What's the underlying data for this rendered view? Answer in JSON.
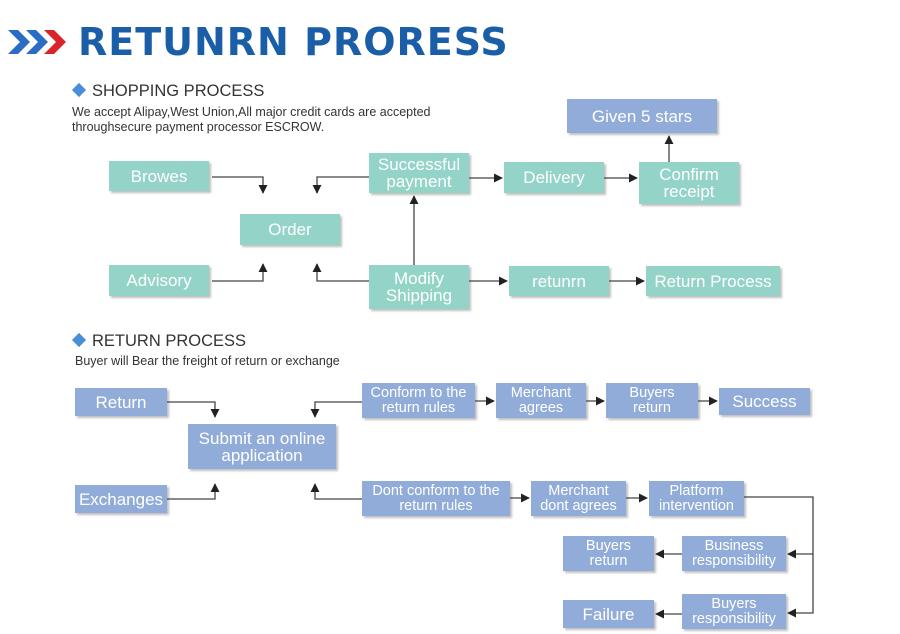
{
  "title": "RETUNRN PRORESS",
  "colors": {
    "title": "#1b5ea8",
    "chevron_blue": "#2b6cc4",
    "chevron_red": "#d9252a",
    "teal_box": "#94d3c8",
    "blue_box": "#92acd9",
    "diamond": "#4a8fd6"
  },
  "shopping": {
    "heading": "SHOPPING PROCESS",
    "note_line1": "We accept Alipay,West Union,All major credit cards are accepted",
    "note_line2": "throughsecure payment processor ESCROW.",
    "nodes": {
      "browes": "Browes",
      "advisory": "Advisory",
      "order": "Order",
      "successful_payment": [
        "Successful",
        "payment"
      ],
      "delivery": "Delivery",
      "confirm_receipt": [
        "Confirm",
        "receipt"
      ],
      "given_5_stars": "Given 5 stars",
      "modify_shipping": [
        "Modify",
        "Shipping"
      ],
      "returnn": "retunrn",
      "return_process": "Return Process"
    }
  },
  "returns": {
    "heading": "RETURN PROCESS",
    "note": "Buyer will Bear the freight of return or exchange",
    "nodes": {
      "return": "Return",
      "exchanges": "Exchanges",
      "submit_application": [
        "Submit an online",
        "application"
      ],
      "conform_rules": [
        "Conform to the",
        "return rules"
      ],
      "merchant_agrees": [
        "Merchant",
        "agrees"
      ],
      "buyers_return_1": [
        "Buyers",
        "return"
      ],
      "success": "Success",
      "dont_conform_rules": [
        "Dont conform to the",
        "return rules"
      ],
      "merchant_dont_agrees": [
        "Merchant",
        "dont agrees"
      ],
      "platform_intervention": [
        "Platform",
        "intervention"
      ],
      "business_responsibility": [
        "Business",
        "responsibility"
      ],
      "buyers_return_2": [
        "Buyers",
        "return"
      ],
      "buyers_responsibility": [
        "Buyers",
        "responsibility"
      ],
      "failure": "Failure"
    }
  }
}
